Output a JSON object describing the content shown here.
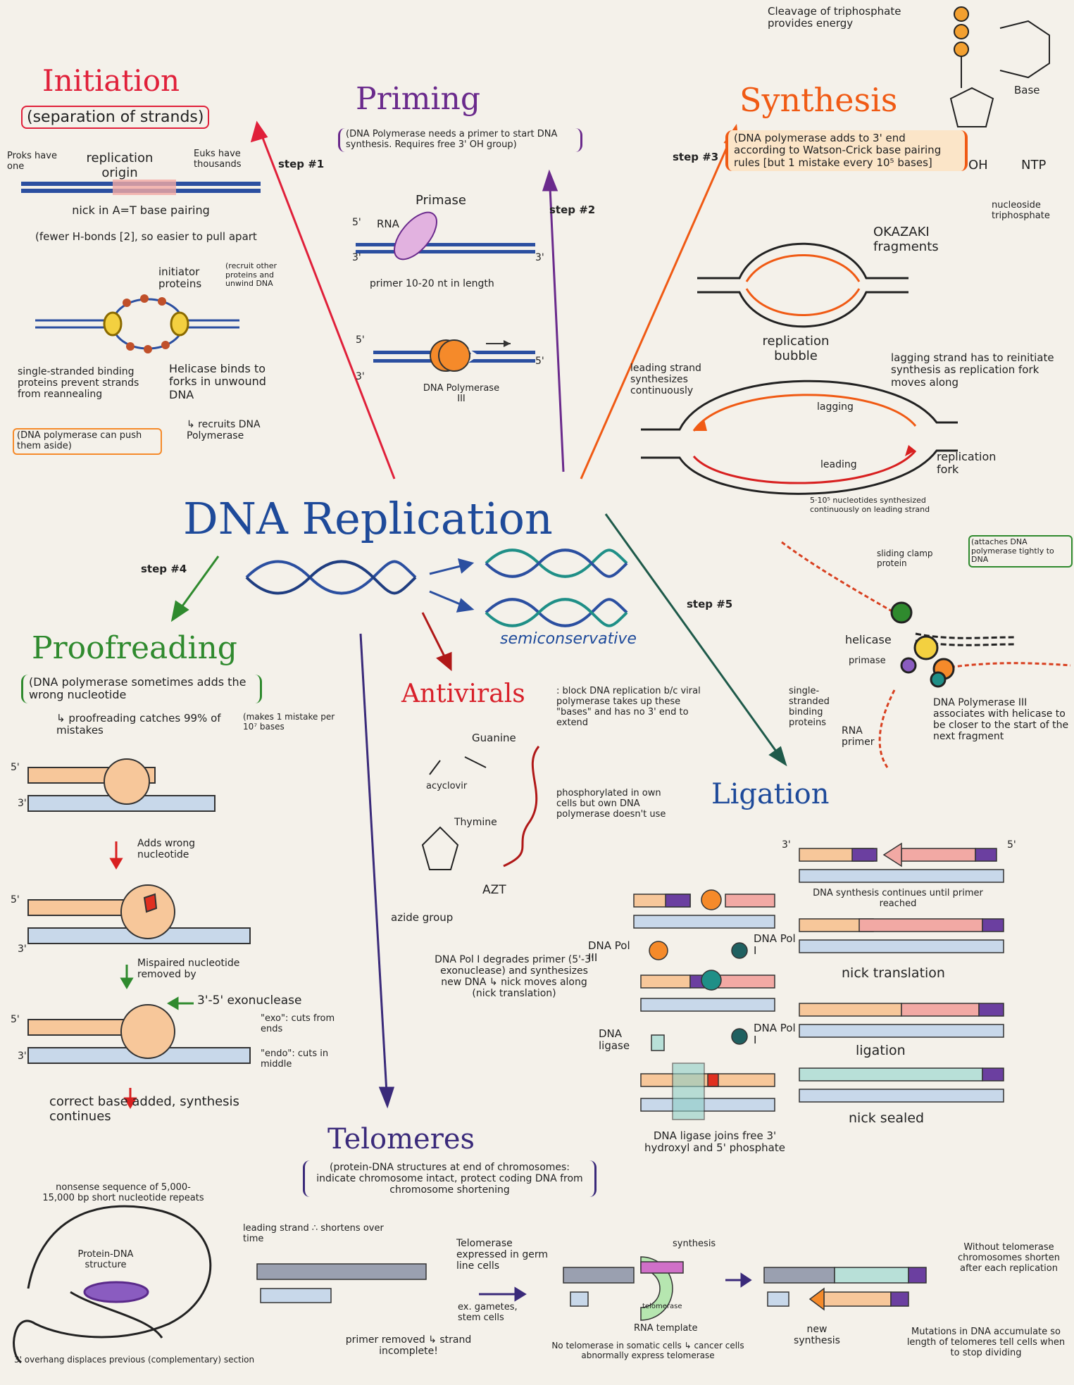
{
  "main_title": "DNA Replication",
  "semiconservative": "semiconservative",
  "colors": {
    "initiation": "#e0203a",
    "priming": "#6a2a8c",
    "synthesis": "#f05a14",
    "proofreading": "#2f8a2e",
    "ligation": "#1e4a9a",
    "telomeres": "#3a2a7a",
    "antivirals": "#d8202a",
    "blue_strand": "#2b4fa0",
    "teal_strand": "#1f8f87",
    "orange": "#f58a2a",
    "pink": "#f2a9a4",
    "purple": "#6b3fa0",
    "tan": "#f7c79a"
  },
  "steps": {
    "s1": "step #1",
    "s2": "step #2",
    "s3": "step #3",
    "s4": "step #4",
    "s5": "step #5"
  },
  "initiation": {
    "title": "Initiation",
    "subtitle": "(separation of strands)",
    "proks": "Proks have one",
    "origin": "replication origin",
    "euks": "Euks have thousands",
    "nick": "nick in A=T base pairing",
    "fewer": "(fewer H-bonds [2], so easier to pull apart",
    "initiator": "initiator proteins",
    "recruit": "(recruit other proteins and unwind DNA",
    "ssb": "single-stranded binding proteins prevent strands from reannealing",
    "polymerase_push": "(DNA polymerase can push them aside)",
    "helicase": "Helicase binds to forks in unwound DNA",
    "recruits": "↳ recruits DNA Polymerase"
  },
  "priming": {
    "title": "Priming",
    "note": "(DNA Polymerase needs a primer to start DNA synthesis. Requires free 3' OH group)",
    "primase": "Primase",
    "rna": "RNA",
    "primer_len": "primer 10-20 nt in length",
    "dna_pol": "DNA Polymerase III"
  },
  "synthesis": {
    "title": "Synthesis",
    "note": "(DNA polymerase adds to 3' end according to Watson-Crick base pairing rules [but 1 mistake every 10⁵ bases]",
    "cleavage": "Cleavage of triphosphate provides energy",
    "base": "Base",
    "oh": "OH",
    "ntp": "NTP",
    "nucleoside": "nucleoside triphosphate",
    "okazaki": "OKAZAKI fragments",
    "bubble": "replication bubble",
    "leading_note": "leading strand synthesizes continuously",
    "lagging_note": "lagging strand has to reinitiate synthesis as replication fork moves along",
    "lagging": "lagging",
    "leading": "leading",
    "fork": "replication fork",
    "count": "5·10⁵ nucleotides synthesized continuously on leading strand",
    "clamp": "sliding clamp protein",
    "attaches": "(attaches DNA polymerase tightly to DNA",
    "helicase": "helicase",
    "primase": "primase",
    "ssbp": "single-stranded binding proteins",
    "rna_primer": "RNA primer",
    "pol3_note": "DNA Polymerase III associates with helicase to be closer to the start of the next fragment"
  },
  "proofreading": {
    "title": "Proofreading",
    "note": "(DNA polymerase sometimes adds the wrong nucleotide",
    "catches": "↳ proofreading catches 99% of mistakes",
    "makes": "(makes 1 mistake per 10⁷ bases",
    "adds_wrong": "Adds wrong nucleotide",
    "mispaired": "Mispaired nucleotide removed by",
    "exo": "3'-5' exonuclease",
    "exo_def": "\"exo\": cuts from ends",
    "endo_def": "\"endo\": cuts in middle",
    "correct": "correct base added, synthesis continues"
  },
  "antivirals": {
    "title": "Antivirals",
    "note": ": block DNA replication b/c viral polymerase takes up these \"bases\" and has no 3' end to extend",
    "guanine": "Guanine",
    "acyclovir": "acyclovir",
    "thymine": "Thymine",
    "azt": "AZT",
    "azide": "azide group",
    "phos": "phosphorylated in own cells but own DNA polymerase doesn't use"
  },
  "ligation": {
    "title": "Ligation",
    "continues": "DNA synthesis continues until primer reached",
    "pol3": "DNA Pol III",
    "pol1": "DNA Pol I",
    "nick_translation": "nick translation",
    "pol1_note": "DNA Pol I degrades primer (5'-3' exonuclease) and synthesizes new DNA ↳ nick moves along (nick translation)",
    "ligase": "DNA ligase",
    "ligation": "ligation",
    "ligase_note": "DNA ligase joins free 3' hydroxyl and 5' phosphate",
    "sealed": "nick sealed"
  },
  "telomeres": {
    "title": "Telomeres",
    "note": "(protein-DNA structures at end of chromosomes: indicate chromosome intact, protect coding DNA from chromosome shortening",
    "nonsense": "nonsense sequence of 5,000-15,000 bp short nucleotide repeats",
    "protein_dna": "Protein-DNA structure",
    "overhang": "3' overhang displaces previous (complementary) section",
    "leading_strand": "leading strand ∴ shortens over time",
    "primer_removed": "primer removed ↳ strand incomplete!",
    "telomerase_expr": "Telomerase expressed in germ line cells",
    "ex": "ex. gametes, stem cells",
    "synthesis": "synthesis",
    "telomerase": "telomerase",
    "rna_template": "RNA template",
    "no_telomerase": "No telomerase in somatic cells ↳ cancer cells abnormally express telomerase",
    "new_synthesis": "new synthesis",
    "without": "Without telomerase chromosomes shorten after each replication",
    "mutations": "Mutations in DNA accumulate so length of telomeres tell cells when to stop dividing"
  },
  "labels": {
    "five": "5'",
    "three": "3'"
  }
}
